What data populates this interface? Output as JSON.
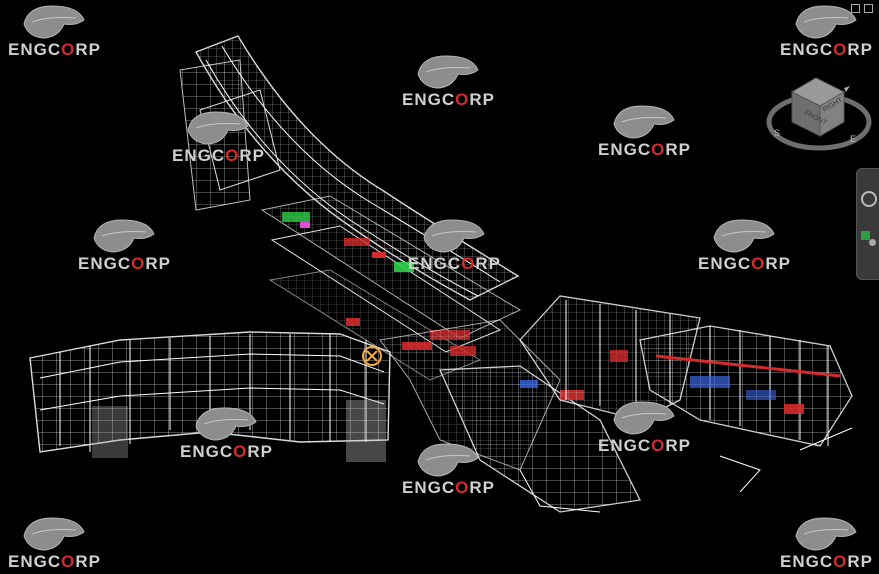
{
  "viewer": {
    "watermark_text_left": "ENGC",
    "watermark_text_o": "O",
    "watermark_text_right": "RP",
    "viewcube_label_top": "FRONT",
    "viewcube_label_right": "RIGHT",
    "compass_s": "S",
    "compass_e": "E"
  },
  "colors": {
    "background": "#000000",
    "wire": "#e8e8e8",
    "accent_red": "#d42b2b",
    "accent_green": "#2fd04a",
    "accent_magenta": "#e24ad8",
    "accent_blue": "#3a67e0",
    "marker": "#f2a93b"
  },
  "icons": [
    "viewcube-icon",
    "orbit-icon",
    "look-icon",
    "section-marker-icon"
  ]
}
